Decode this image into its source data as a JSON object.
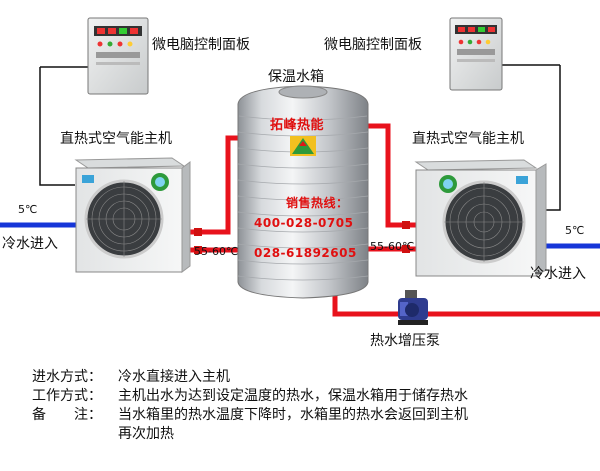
{
  "labels": {
    "panel_left": "微电脑控制面板",
    "panel_right": "微电脑控制面板",
    "tank": "保温水箱",
    "unit_left": "直热式空气能主机",
    "unit_right": "直热式空气能主机",
    "temp_in_left": "5℃",
    "temp_in_right": "5℃",
    "cold_in_left": "冷水进入",
    "cold_in_right": "冷水进入",
    "temp_out_left": "55-60℃",
    "temp_out_right": "55-60℃",
    "pump": "热水增压泵"
  },
  "tank_text": {
    "brand": "拓峰热能",
    "hotline": "销售热线：",
    "phone1": "400-028-0705",
    "phone2": "028-61892605"
  },
  "notes": [
    {
      "key": "进水方式：",
      "value": "冷水直接进入主机"
    },
    {
      "key": "工作方式：",
      "value": "主机出水为达到设定温度的热水，保温水箱用于储存热水"
    },
    {
      "key": "备　　注：",
      "value": "当水箱里的热水温度下降时，水箱里的热水会返回到主机"
    },
    {
      "key": "",
      "value": "再次加热"
    }
  ],
  "colors": {
    "hot_pipe": "#e8121c",
    "cold_pipe": "#1636d8",
    "wire": "#111111",
    "steel": "#c9ccd0"
  },
  "icons": [
    "control-panel-icon",
    "heat-pump-unit-icon",
    "water-tank-icon",
    "booster-pump-icon"
  ]
}
